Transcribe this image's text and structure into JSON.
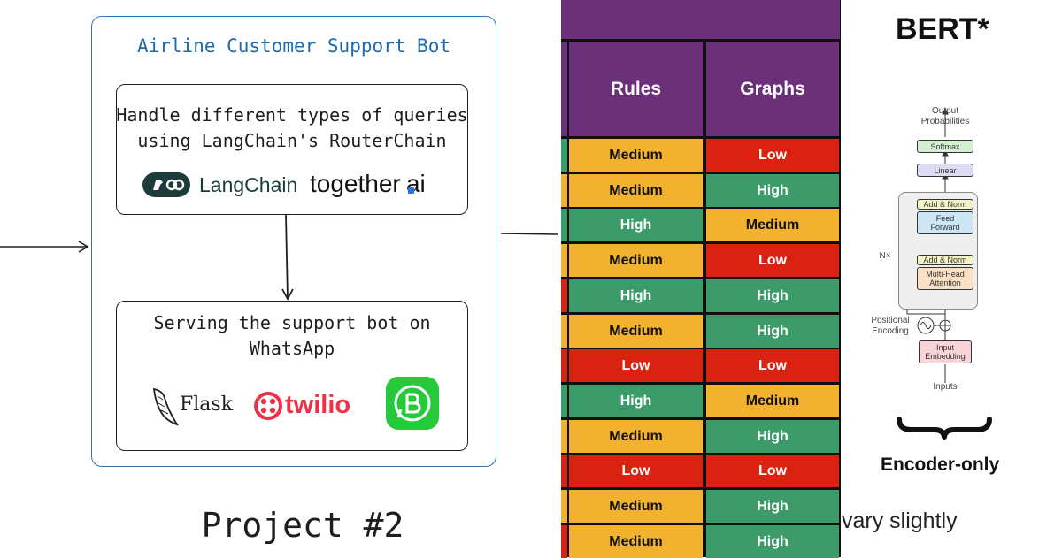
{
  "project_diagram": {
    "outer_title": "Airline Customer Support Bot",
    "box1_lines": [
      "Handle different types of queries",
      "using LangChain's RouterChain"
    ],
    "box2_lines": [
      "Serving the support bot on",
      "WhatsApp"
    ],
    "logos_row1": {
      "langchain": "LangChain",
      "together": "together",
      "together_suffix": "ai"
    },
    "logos_row2": {
      "flask": "Flask",
      "twilio": "twilio"
    },
    "project_label": "Project #2"
  },
  "comparison_table": {
    "headers": [
      "Rules",
      "Graphs"
    ],
    "rows": [
      [
        "Medium",
        "Low"
      ],
      [
        "Medium",
        "High"
      ],
      [
        "High",
        "Medium"
      ],
      [
        "Medium",
        "Low"
      ],
      [
        "High",
        "High"
      ],
      [
        "Medium",
        "High"
      ],
      [
        "Low",
        "Low"
      ],
      [
        "High",
        "Medium"
      ],
      [
        "Medium",
        "High"
      ],
      [
        "Low",
        "Low"
      ],
      [
        "Medium",
        "High"
      ],
      [
        "Medium",
        "High"
      ]
    ],
    "strip_colors": [
      "#3b9c6a",
      "#f2b230",
      "#3b9c6a",
      "#f2b230",
      "#d92210",
      "#f2b230",
      "#d92210",
      "#3b9c6a",
      "#f2b230",
      "#d92210",
      "#f2b230",
      "#d92210"
    ],
    "colors": {
      "High": "#3b9c6a",
      "Medium": "#f2b230",
      "Low": "#d92210",
      "header": "#6c2f79"
    }
  },
  "caption_fragment": "vary slightly",
  "bert": {
    "title": "BERT*",
    "output_label_lines": [
      "Output",
      "Probabilities"
    ],
    "softmax": "Softmax",
    "linear": "Linear",
    "add_norm_top": "Add & Norm",
    "feed_forward_lines": [
      "Feed",
      "Forward"
    ],
    "add_norm_bottom": "Add & Norm",
    "attention_lines": [
      "Multi-Head",
      "Attention"
    ],
    "nx": "N×",
    "positional_lines": [
      "Positional",
      "Encoding"
    ],
    "input_embedding_lines": [
      "Input",
      "Embedding"
    ],
    "inputs": "Inputs",
    "subtitle": "Encoder-only"
  }
}
